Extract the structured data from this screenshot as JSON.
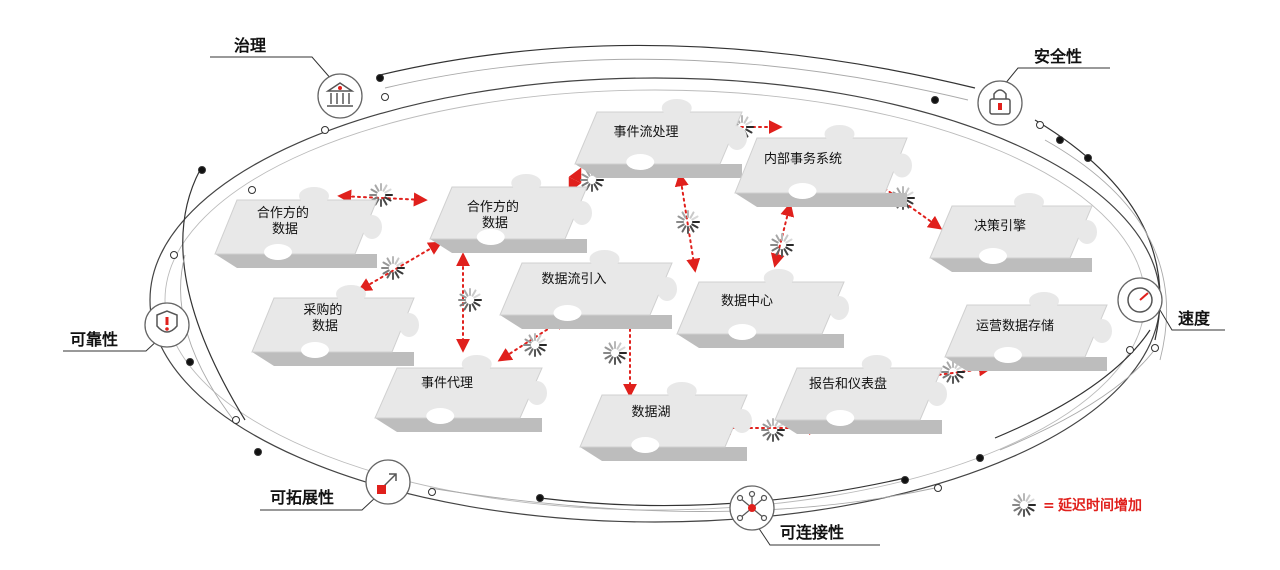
{
  "categories": {
    "governance": "治理",
    "security": "安全性",
    "speed": "速度",
    "reliability": "可靠性",
    "scalability": "可拓展性",
    "connectivity": "可连接性"
  },
  "pieces": {
    "partner_data_1": [
      "合作方的",
      "数据"
    ],
    "partner_data_2": [
      "合作方的",
      "数据"
    ],
    "procurement_data": [
      "采购的",
      "数据"
    ],
    "event_broker": [
      "事件代理"
    ],
    "data_stream_ingest": [
      "数据流引入"
    ],
    "event_stream_processing": [
      "事件流处理"
    ],
    "internal_systems": [
      "内部事务系统"
    ],
    "decision_engine": [
      "决策引擎"
    ],
    "data_center": [
      "数据中心"
    ],
    "data_lake": [
      "数据湖"
    ],
    "reports_dashboards": [
      "报告和仪表盘"
    ],
    "operational_data_store": [
      "运营数据存储"
    ]
  },
  "legend": {
    "equals": "=",
    "label": "延迟时间增加"
  },
  "colors": {
    "accent_red": "#e0201c",
    "piece_top": "#e8e8e8",
    "piece_side": "#bdbdbd",
    "ring_line": "#333333",
    "ring_light": "#9a9a9a"
  },
  "icons": {
    "governance": "bank-icon",
    "security": "lock-icon",
    "speed": "speedometer-icon",
    "reliability": "shield-alert-icon",
    "scalability": "resize-icon",
    "connectivity": "network-icon",
    "latency": "spinner-icon"
  }
}
